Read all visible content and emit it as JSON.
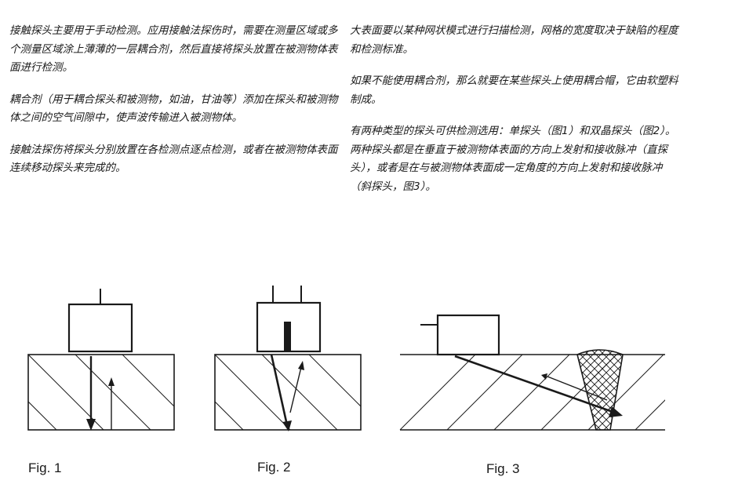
{
  "left_column": {
    "p1": "接触探头主要用于手动检测。应用接触法探伤时，需要在测量区域或多个测量区域涂上薄薄的一层耦合剂，然后直接将探头放置在被测物体表面进行检测。",
    "p2": "耦合剂（用于耦合探头和被测物，如油，甘油等）添加在探头和被测物体之间的空气间隙中，使声波传输进入被测物体。",
    "p3": "接触法探伤将探头分别放置在各检测点逐点检测，或者在被测物体表面连续移动探头来完成的。"
  },
  "right_column": {
    "p1": "大表面要以某种网状模式进行扫描检测，网格的宽度取决于缺陷的程度和检测标准。",
    "p2": "如果不能使用耦合剂，那么就要在某些探头上使用耦合帽，它由软塑料制成。",
    "p3": "有两种类型的探头可供检测选用：单探头（图1）和双晶探头（图2）。两种探头都是在垂直于被测物体表面的方向上发射和接收脉冲（直探头），或者是在与被测物体表面成一定角度的方向上发射和接收脉冲（斜探头，图3）。"
  },
  "figures": {
    "fig1_caption": "Fig. 1",
    "fig2_caption": "Fig. 2",
    "fig3_caption": "Fig. 3"
  },
  "colors": {
    "ink": "#1a1a1a",
    "background": "#ffffff"
  }
}
